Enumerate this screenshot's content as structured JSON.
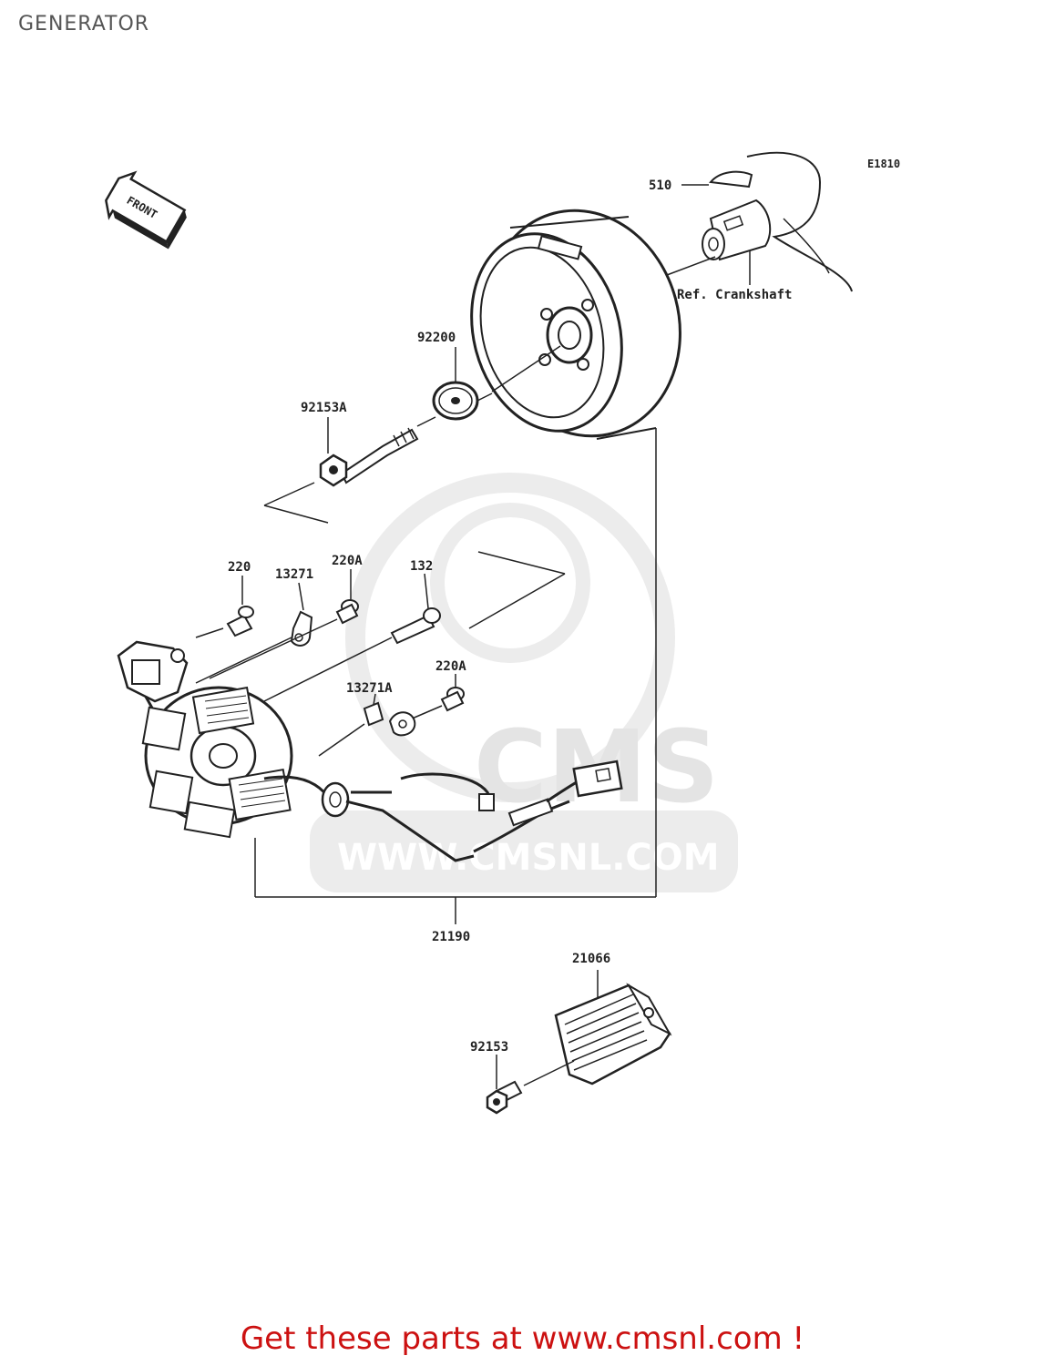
{
  "page": {
    "title": "GENERATOR"
  },
  "diagram": {
    "code": "E1810",
    "front_label": "FRONT",
    "ref_label": "Ref. Crankshaft",
    "parts": [
      {
        "id": "510",
        "label": "510"
      },
      {
        "id": "92200",
        "label": "92200"
      },
      {
        "id": "92153A",
        "label": "92153A"
      },
      {
        "id": "220",
        "label": "220"
      },
      {
        "id": "13271",
        "label": "13271"
      },
      {
        "id": "220A_1",
        "label": "220A"
      },
      {
        "id": "132",
        "label": "132"
      },
      {
        "id": "220A_2",
        "label": "220A"
      },
      {
        "id": "13271A",
        "label": "13271A"
      },
      {
        "id": "21190",
        "label": "21190"
      },
      {
        "id": "21066",
        "label": "21066"
      },
      {
        "id": "92153",
        "label": "92153"
      }
    ]
  },
  "watermark": {
    "brand": "CMS",
    "url": "WWW.CMSNL.COM"
  },
  "footer": {
    "text": "Get these parts at www.cmsnl.com !"
  },
  "colors": {
    "footer": "#cc1111",
    "title": "#555555",
    "watermark": "#e4e4e4"
  }
}
